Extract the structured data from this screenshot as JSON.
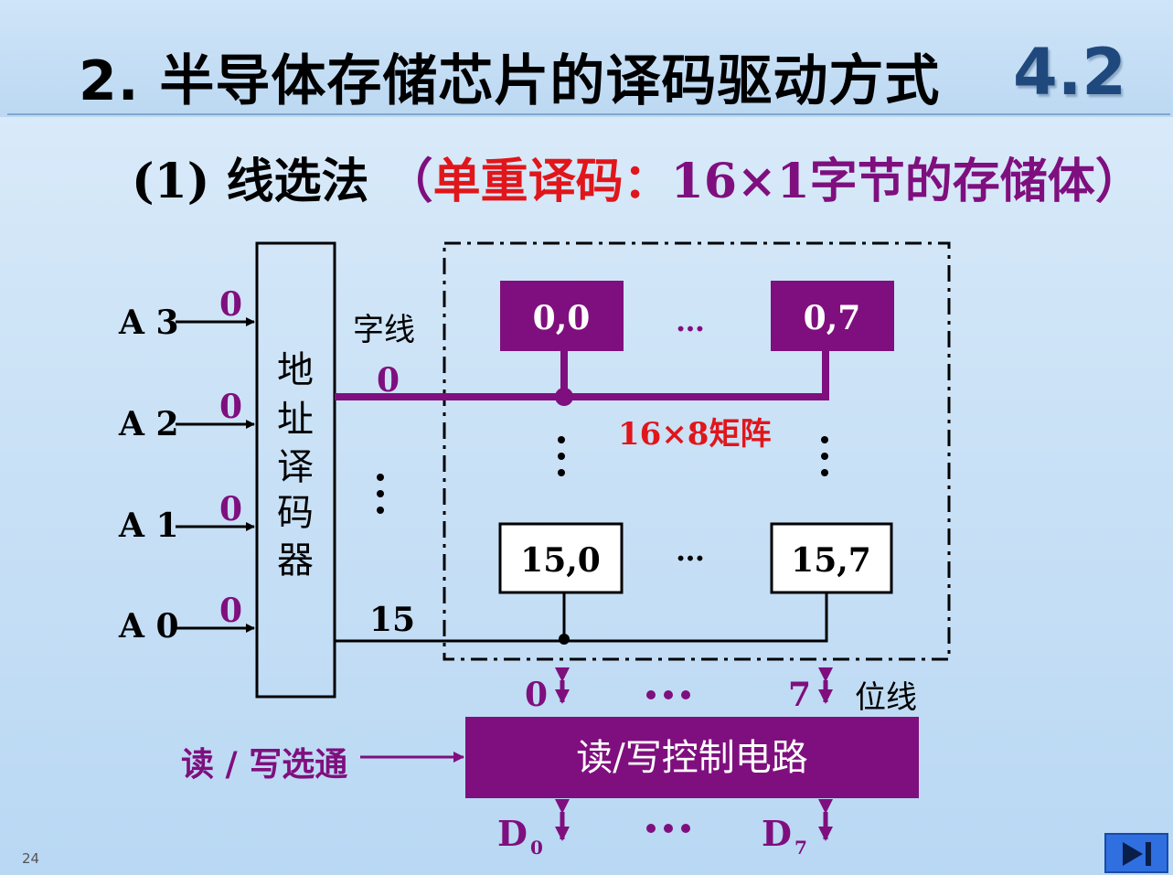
{
  "header": {
    "title": "2. 半导体存储芯片的译码驱动方式",
    "section": "4.2"
  },
  "subtitle": {
    "method": "(1) 线选法",
    "open_paren": "（",
    "decode_type": "单重译码：",
    "desc": "16×1字节的存储体）"
  },
  "diagram": {
    "address_lines": [
      "A 3",
      "A 2",
      "A 1",
      "A 0"
    ],
    "address_values": [
      "0",
      "0",
      "0",
      "0"
    ],
    "decoder_label": [
      "地",
      "址",
      "译",
      "码",
      "器"
    ],
    "word_line_label": "字线",
    "word_line_first": "0",
    "word_line_last": "15",
    "cells": {
      "top_left": "0,0",
      "top_right": "0,7",
      "bottom_left": "15,0",
      "bottom_right": "15,7"
    },
    "matrix_label": "16×8矩阵",
    "ellipsis": "…",
    "bit_line_label": "位线",
    "bit_first": "0",
    "bit_last": "7",
    "rw_control": "读/写控制电路",
    "rw_strobe": "读 / 写选通",
    "data_first": "D",
    "data_first_sub": "0",
    "data_last": "D",
    "data_last_sub": "7"
  },
  "footer": {
    "page_number": "24"
  },
  "colors": {
    "purple": "#7f0f7e",
    "red": "#e0161b",
    "title_blue": "#1f497d"
  }
}
